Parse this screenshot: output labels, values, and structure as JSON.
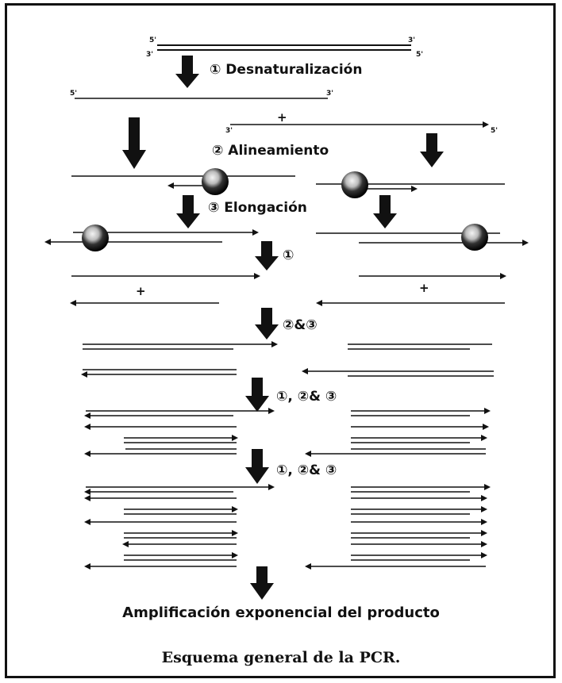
{
  "steps": {
    "denaturation": "① Desnaturalización",
    "annealing": "② Alineamiento",
    "elongation": "③ Elongación",
    "cycle_1": "①",
    "cycle_2_3": "②&③",
    "cycle_all_a": "①, ②& ③",
    "cycle_all_b": "①, ②& ③"
  },
  "ends": {
    "five": "5'",
    "three": "3'"
  },
  "plus": "+",
  "result": "Amplificación exponencial del producto",
  "caption": "Esquema general de la PCR.",
  "colors": {
    "ink": "#111111",
    "polymerase": "#333333",
    "polymerase_highlight": "#f2f2f2"
  }
}
